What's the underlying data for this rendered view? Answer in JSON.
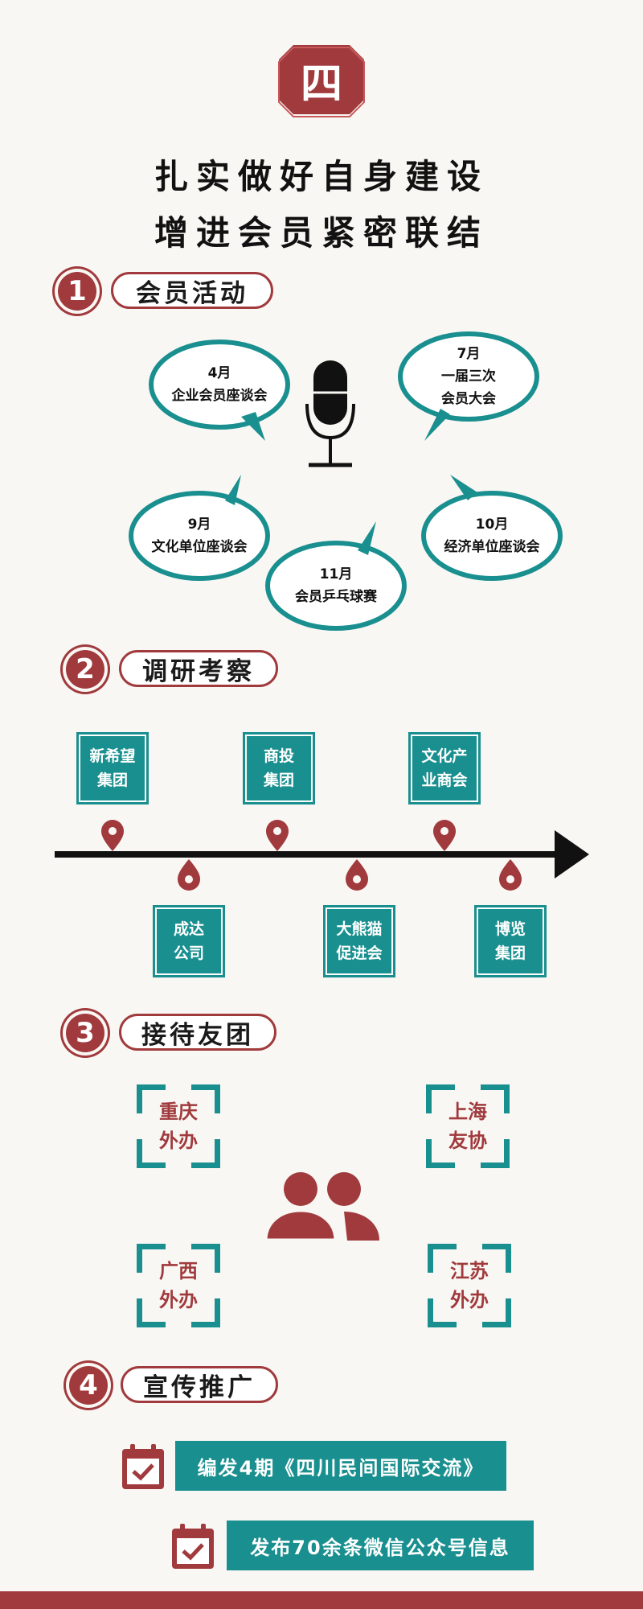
{
  "logo": {
    "glyph": "四"
  },
  "title": {
    "line1": "扎实做好自身建设",
    "line2": "增进会员紧密联结"
  },
  "sections": [
    {
      "number": "1",
      "label": "会员活动"
    },
    {
      "number": "2",
      "label": "调研考察"
    },
    {
      "number": "3",
      "label": "接待友团"
    },
    {
      "number": "4",
      "label": "宣传推广"
    }
  ],
  "activities": [
    {
      "month": "4月",
      "lines": [
        "企业会员座谈会"
      ]
    },
    {
      "month": "7月",
      "lines": [
        "一届三次",
        "会员大会"
      ]
    },
    {
      "month": "9月",
      "lines": [
        "文化单位座谈会"
      ]
    },
    {
      "month": "11月",
      "lines": [
        "会员乒乓球赛"
      ]
    },
    {
      "month": "10月",
      "lines": [
        "经济单位座谈会"
      ]
    }
  ],
  "research": {
    "top": [
      {
        "lines": [
          "新希望",
          "集团"
        ]
      },
      {
        "lines": [
          "商投",
          "集团"
        ]
      },
      {
        "lines": [
          "文化产",
          "业商会"
        ]
      }
    ],
    "bottom": [
      {
        "lines": [
          "成达",
          "公司"
        ]
      },
      {
        "lines": [
          "大熊猫",
          "促进会"
        ]
      },
      {
        "lines": [
          "博览",
          "集团"
        ]
      }
    ]
  },
  "reception": [
    {
      "lines": [
        "重庆",
        "外办"
      ]
    },
    {
      "lines": [
        "上海",
        "友协"
      ]
    },
    {
      "lines": [
        "广西",
        "外办"
      ]
    },
    {
      "lines": [
        "江苏",
        "外办"
      ]
    }
  ],
  "promotion": [
    {
      "text": "编发4期《四川民间国际交流》"
    },
    {
      "text": "发布70余条微信公众号信息"
    }
  ],
  "colors": {
    "accent_red": "#a03a3d",
    "teal": "#1a8f8f",
    "background": "#f9f7f3"
  },
  "icons": [
    "microphone-icon",
    "map-pin-icon",
    "people-icon",
    "calendar-check-icon"
  ]
}
